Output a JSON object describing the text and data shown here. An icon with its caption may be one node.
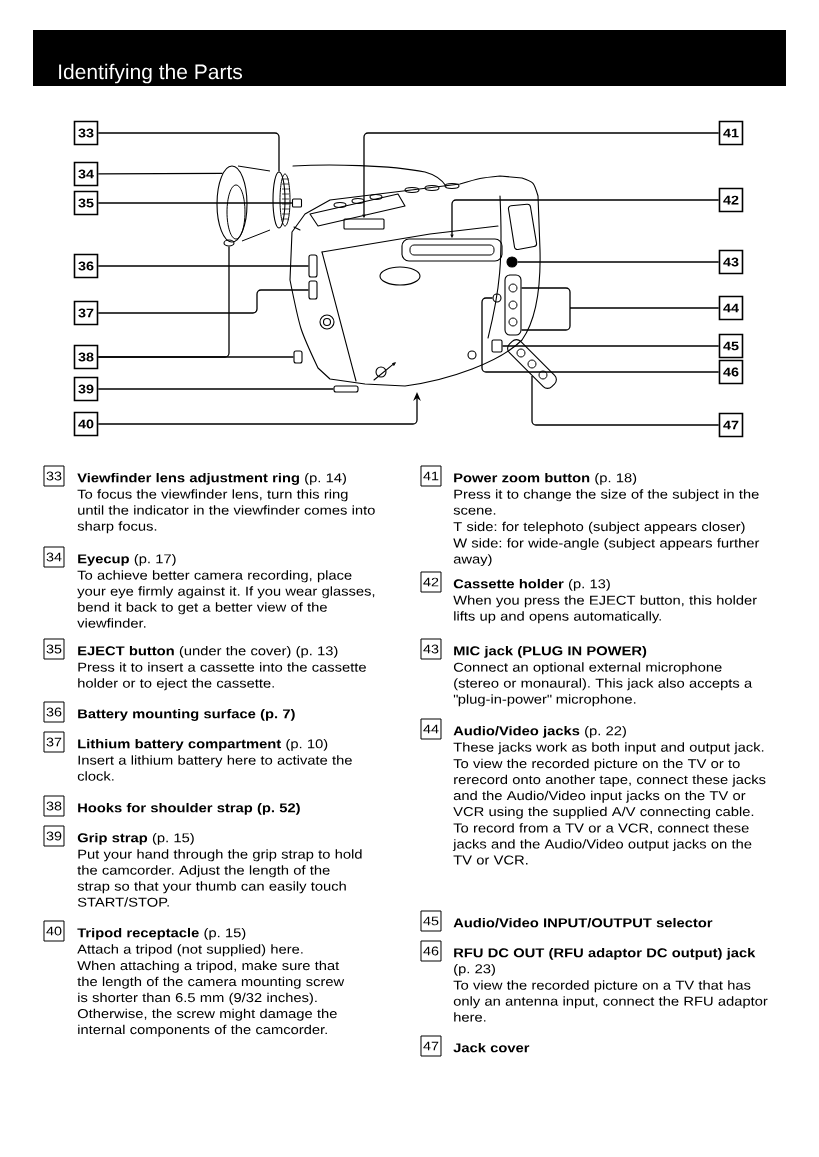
{
  "diagram": {
    "title": "Identifying the Parts",
    "nodes": [
      {
        "text": [
          "33"
        ]
      },
      {
        "text": [
          "34"
        ]
      },
      {
        "text": [
          "35"
        ]
      },
      {
        "text": [
          "36"
        ]
      },
      {
        "text": [
          "37"
        ]
      },
      {
        "text": [
          "38"
        ]
      },
      {
        "text": [
          "39"
        ]
      },
      {
        "text": [
          "40"
        ]
      },
      {
        "text": [
          "41"
        ]
      },
      {
        "text": [
          "42"
        ]
      },
      {
        "text": [
          "43"
        ]
      },
      {
        "text": [
          "44"
        ]
      },
      {
        "text": [
          "45"
        ]
      },
      {
        "text": [
          "46"
        ]
      },
      {
        "text": [
          "47"
        ]
      },
      {
        "text": [],
        "shape": "picture"
      },
      {
        "text": [],
        "shape": "ellipse"
      },
      {
        "text": [],
        "shape": "ellipse"
      },
      {
        "text": [],
        "shape": "box",
        "in": 15
      },
      {
        "text": [],
        "shape": "box",
        "in": 15
      },
      {
        "text": [],
        "shape": "box",
        "in": 15
      },
      {
        "text": [],
        "shape": "ellipse"
      },
      {
        "text": [],
        "shape": "box",
        "in": 15
      },
      {
        "text": [],
        "shape": "box",
        "in": 15
      },
      {
        "text": [],
        "shape": "box",
        "in": 15
      },
      {
        "text": [],
        "shape": "box",
        "in": 15
      },
      {
        "text": [],
        "shape": "circle",
        "in": 15
      },
      {
        "text": [],
        "shape": "box",
        "in": 15
      },
      {
        "text": [],
        "shape": "box",
        "in": 15
      },
      {
        "text": [],
        "shape": "circle",
        "in": 15
      },
      {
        "text": [],
        "shape": "box",
        "in": 15
      },
      {
        "text": [
          "33"
        ],
        "beside": [
          "**Viewfinder lens adjustment ring** (p. 14)",
          "To focus the viewfinder lens, turn this ring until the indicator in the viewfinder comes into sharp focus."
        ]
      },
      {
        "text": [
          "34"
        ],
        "beside": [
          "**Eyecup** (p. 17)",
          "To achieve better camera recording, place your eye firmly against it. If you wear glasses, bend it back to get a better view of the viewfinder."
        ]
      },
      {
        "text": [
          "35"
        ],
        "beside": [
          "**EJECT button** (under the cover) (p. 13)",
          "Press it to insert a cassette into the cassette holder or to eject the cassette."
        ]
      },
      {
        "text": [
          "36"
        ],
        "beside": [
          "**Battery mounting surface (p. 7)**"
        ]
      },
      {
        "text": [
          "37"
        ],
        "beside": [
          "**Lithium battery compartment** (p. 10)",
          "Insert a lithium battery here to activate the clock."
        ]
      },
      {
        "text": [
          "38"
        ],
        "beside": [
          "**Hooks for shoulder strap (p. 52)**"
        ]
      },
      {
        "text": [
          "39"
        ],
        "beside": [
          "**Grip strap** (p. 15)",
          "Put your hand through the grip strap to hold the camcorder. Adjust the length of the strap so that your thumb can easily touch START/STOP."
        ]
      },
      {
        "text": [
          "40"
        ],
        "beside": [
          "**Tripod receptacle** (p. 15)",
          "Attach a tripod (not supplied) here.",
          "When attaching a tripod, make sure that the length of the camera mounting screw is shorter than 6.5 mm (9/32 inches). Otherwise, the screw might damage the internal components of the camcorder."
        ]
      },
      {
        "text": [
          "41"
        ],
        "beside": [
          "**Power zoom button** (p. 18)",
          "Press it to change the size of the subject in the scene.",
          "T side: for telephoto (subject appears closer)",
          "W side: for wide-angle (subject appears further away)"
        ]
      },
      {
        "text": [
          "42"
        ],
        "beside": [
          "**Cassette holder** (p. 13)",
          "When you press the EJECT button, this holder lifts up and opens automatically."
        ]
      },
      {
        "text": [
          "43"
        ],
        "beside": [
          "**MIC jack (PLUG IN POWER)**",
          "Connect an optional external microphone (stereo or monaural). This jack also accepts a \"plug-in-power\" microphone."
        ]
      },
      {
        "text": [
          "44"
        ],
        "beside": [
          "**Audio/Video jacks** (p. 22)",
          "These jacks work as both input and output jack.",
          "To view the recorded picture on the TV or to rerecord onto another tape, connect these jacks and the Audio/Video input jacks on the TV or VCR using the supplied A/V connecting cable.",
          "To record from a TV or a VCR, connect these jacks and the Audio/Video output jacks on the TV or VCR."
        ]
      },
      {
        "text": [
          "45"
        ],
        "beside": [
          "**Audio/Video INPUT/OUTPUT selector**"
        ]
      },
      {
        "text": [
          "46"
        ],
        "beside": [
          "**RFU DC OUT (RFU adaptor DC output) jack** (p. 23)",
          "To view the recorded picture on a TV that has only an antenna input, connect the RFU adaptor here."
        ]
      },
      {
        "text": [
          "47"
        ],
        "beside": [
          "**Jack cover**"
        ]
      }
    ],
    "edges": [
      {
        "from": 0,
        "to": 16,
        "arrow": "none"
      },
      {
        "from": 1,
        "to": 17,
        "arrow": "none"
      },
      {
        "from": 2,
        "to": 18,
        "arrow": "none"
      },
      {
        "from": 3,
        "to": 19,
        "arrow": "none"
      },
      {
        "from": 4,
        "to": 20,
        "arrow": "none"
      },
      {
        "from": 5,
        "to": 22,
        "arrow": "none"
      },
      {
        "from": 5,
        "to": 21,
        "arrow": "none"
      },
      {
        "from": 6,
        "to": 23,
        "arrow": "none"
      },
      {
        "from": 7,
        "to": 15,
        "arrow": "to"
      },
      {
        "from": 8,
        "to": 24,
        "arrow": "to"
      },
      {
        "from": 9,
        "to": 25,
        "arrow": "to"
      },
      {
        "from": 10,
        "to": 26,
        "arrow": "none"
      },
      {
        "from": 11,
        "to": 27,
        "arrow": "none"
      },
      {
        "from": 12,
        "to": 28,
        "arrow": "none"
      },
      {
        "from": 13,
        "to": 29,
        "arrow": "none"
      },
      {
        "from": 14,
        "to": 30,
        "arrow": "none"
      }
    ]
  }
}
